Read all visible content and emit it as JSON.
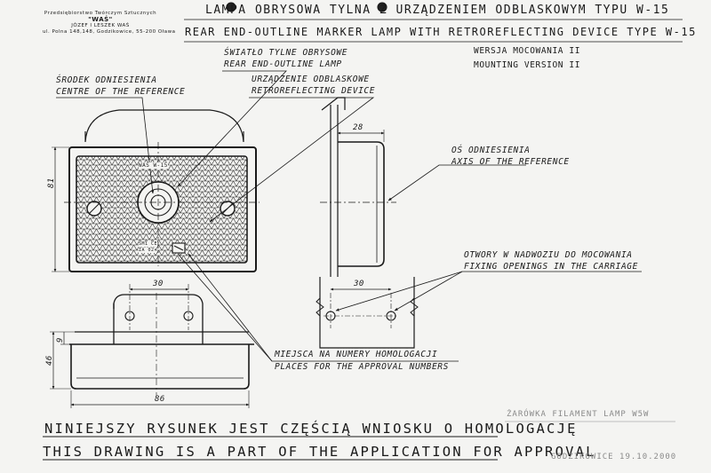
{
  "company": {
    "line1": "Przedsiębiorstwo Twórczym Sztucznych",
    "line2": "\"WAŚ\"",
    "line3": "JÓZEF I LESZEK WAŚ",
    "line4": "ul. Polna 148,148, Godzikowice, 55-200 Oława"
  },
  "header": {
    "title_pl": "LAMPA OBRYSOWA TYLNA Z URZĄDZENIEM ODBLASKOWYM TYPU W-15",
    "title_en": "REAR END-OUTLINE MARKER LAMP WITH RETROREFLECTING DEVICE TYPE W-15",
    "version_pl": "WERSJA MOCOWANIA II",
    "version_en": "MOUNTING VERSION II"
  },
  "labels": {
    "centre_pl": "ŚRODEK ODNIESIENIA",
    "centre_en": "CENTRE OF THE REFERENCE",
    "lamp_pl": "ŚWIATŁO TYLNE OBRYSOWE",
    "lamp_en": "REAR END-OUTLINE LAMP",
    "retro_pl": "URZĄDZENIE ODBLASKOWE",
    "retro_en": "RETROREFLECTING DEVICE",
    "axis_pl": "OŚ ODNIESIENIA",
    "axis_en": "AXIS OF THE REFERENCE",
    "fixing_pl": "OTWORY W NADWOZIU DO MOCOWANIA",
    "fixing_en": "FIXING OPENINGS IN THE CARRIAGE",
    "approval_pl": "MIEJSCA NA NUMERY HOMOLOGACJI",
    "approval_en": "PLACES FOR THE APPROVAL NUMBERS"
  },
  "component_text": {
    "model": "WAŚ W-15",
    "mark1": "SM1 CE",
    "mark2": "IA 02"
  },
  "dimensions": {
    "height_front": "81",
    "depth_side": "28",
    "spacing_bottom": "30",
    "spacing_fixing": "30",
    "height_total": "46",
    "height_flange": "9",
    "width_total": "86"
  },
  "footer": {
    "statement_pl": "NINIEJSZY RYSUNEK JEST CZĘŚCIĄ WNIOSKU O HOMOLOGACJĘ",
    "statement_en": "THIS DRAWING IS A PART OF THE APPLICATION FOR APPROVAL",
    "faint_right": "ŻARÓWKA FILAMENT LAMP W5W",
    "faint_bottom": "GODZIKOWICE 19.10.2000"
  },
  "colors": {
    "ink": "#1a1a1a",
    "paper": "#f4f4f2"
  }
}
